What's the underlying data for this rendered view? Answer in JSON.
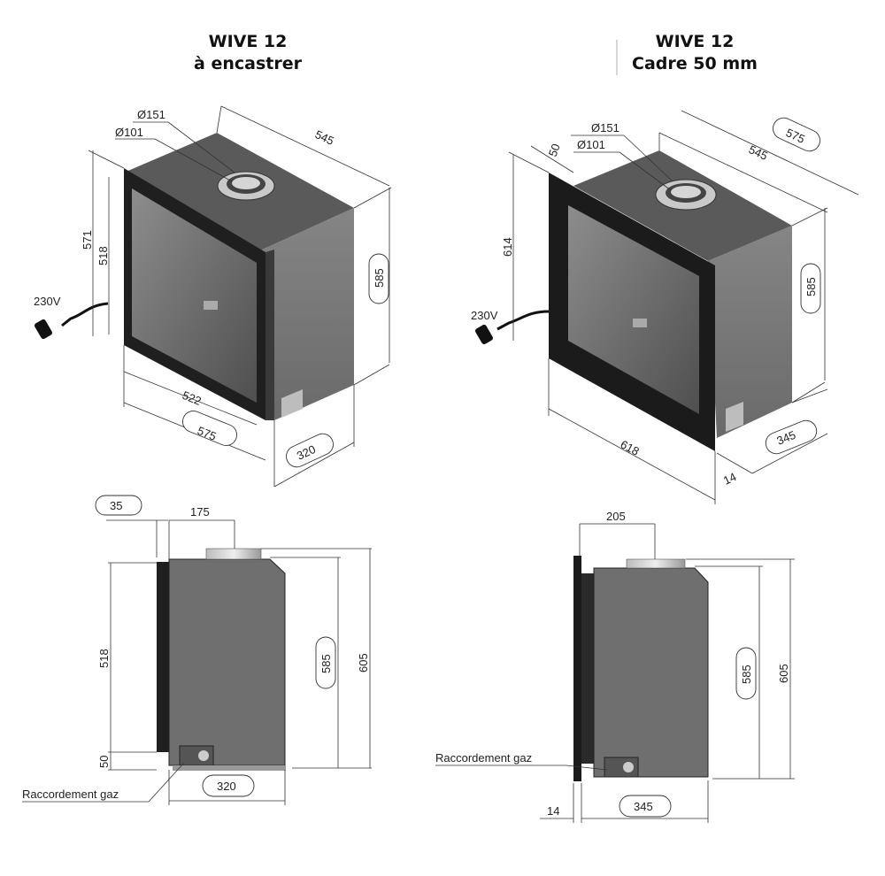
{
  "left_view": {
    "title_line1": "WIVE 12",
    "title_line2": "à encastrer",
    "dims": {
      "d151": "Ø151",
      "d101": "Ø101",
      "w545": "545",
      "h571": "571",
      "h518": "518",
      "h585": "585",
      "w522": "522",
      "w575": "575",
      "d320": "320",
      "voltage": "230V"
    }
  },
  "right_view": {
    "title_line1": "WIVE 12",
    "title_line2": "Cadre 50 mm",
    "dims": {
      "d151": "Ø151",
      "d101": "Ø101",
      "f50": "50",
      "w545": "545",
      "w575": "575",
      "h614": "614",
      "h585": "585",
      "w618": "618",
      "d345": "345",
      "d14": "14",
      "voltage": "230V"
    }
  },
  "side_left": {
    "dims": {
      "f35": "35",
      "s175": "175",
      "h518": "518",
      "h585": "585",
      "h605": "605",
      "h50": "50",
      "d320": "320"
    },
    "gas_label": "Raccordement gaz"
  },
  "side_right": {
    "dims": {
      "s205": "205",
      "h585": "585",
      "h605": "605",
      "d14": "14",
      "d345": "345"
    },
    "gas_label": "Raccordement gaz"
  },
  "colors": {
    "body_dark": "#2b2b2b",
    "body_mid": "#555555",
    "body_light": "#8a8a8a",
    "glass": "#6e6e6e",
    "side_panel": "#737373"
  }
}
